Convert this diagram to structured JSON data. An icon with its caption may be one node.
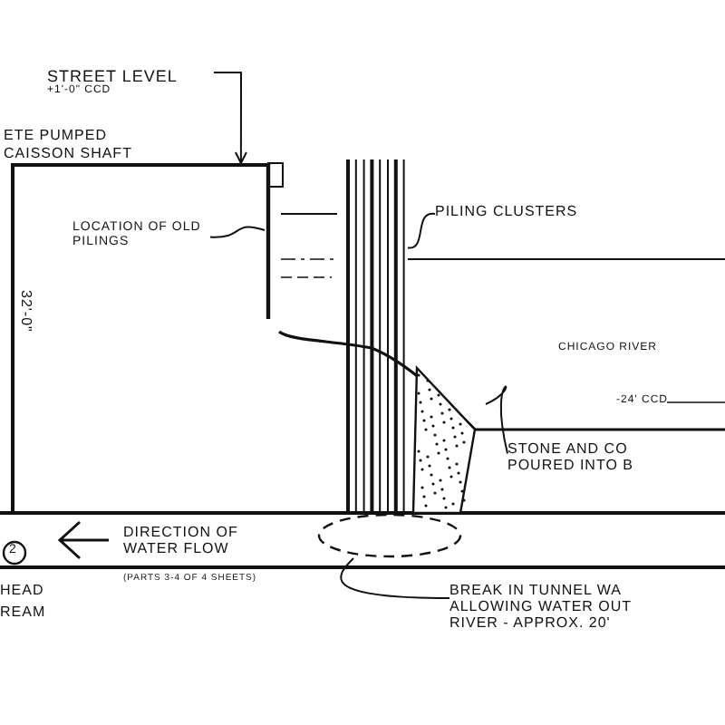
{
  "diagram": {
    "nodes": [
      {
        "text": [
          "STREET LEVEL",
          "+1'-0\" CCD"
        ]
      },
      {
        "text": [
          "ETE PUMPED CAISSON SHAFT"
        ]
      },
      {
        "text": [
          "LOCATION OF OLD PILINGS"
        ],
        "in": 1
      },
      {
        "text": [],
        "shape": "bar"
      },
      {
        "text": [],
        "shape": "bar"
      },
      {
        "text": [
          "PILING CLUSTERS"
        ]
      },
      {
        "text": [],
        "shape": "wedge"
      },
      {
        "text": [
          "STONE AND CO POURED INTO B"
        ]
      },
      {
        "text": [],
        "shape": "ellipse"
      },
      {
        "text": [
          "BREAK IN TUNNEL WA ALLOWING WATER OUT RIVER - APPROX. 20'"
        ]
      }
    ],
    "edges": [
      {
        "from": 0,
        "to": 1,
        "arrow": "to"
      },
      {
        "from": 2,
        "to": 3,
        "arrow": "none"
      },
      {
        "from": 5,
        "to": 4,
        "arrow": "none"
      },
      {
        "from": 7,
        "to": 6,
        "arrow": "none"
      },
      {
        "from": 9,
        "to": 8,
        "arrow": "none"
      }
    ],
    "labels": [
      "32'-0\"",
      "CHICAGO RIVER",
      "-24' CCD",
      "2",
      "DIRECTION OF WATER FLOW",
      "(PARTS 3-4 OF 4 SHEETS)",
      "HEAD",
      "REAM"
    ]
  }
}
